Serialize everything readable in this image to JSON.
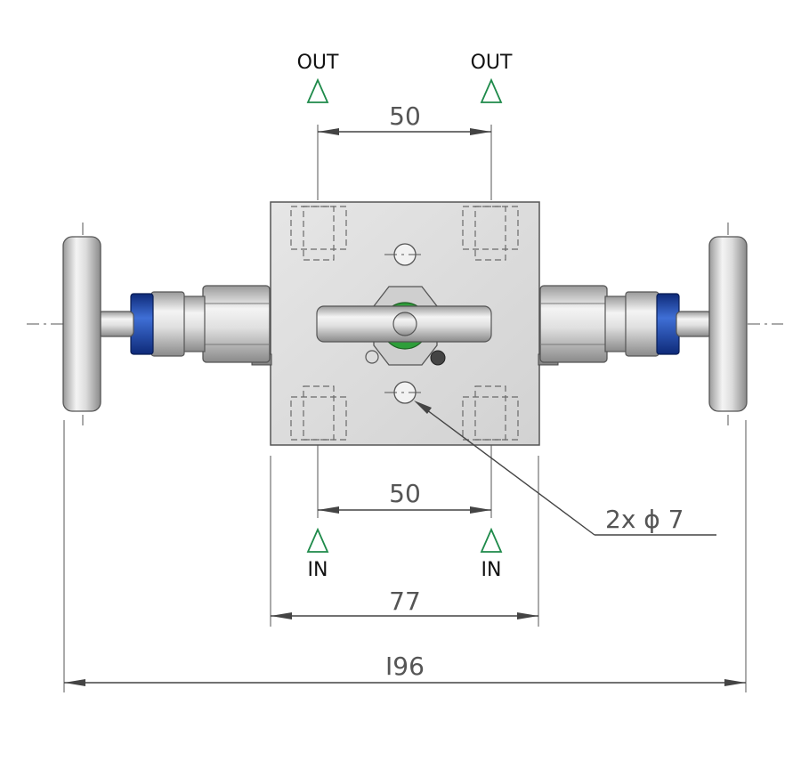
{
  "ports": {
    "out_left": "OUT",
    "out_right": "OUT",
    "in_left": "IN",
    "in_right": "IN"
  },
  "dimensions": {
    "top_spacing": "50",
    "bottom_spacing": "50",
    "body_width": "77",
    "overall_length": "I96",
    "hole_callout": "2x ϕ 7"
  },
  "colors": {
    "port_triangle": "#1e8a4a",
    "cap_blue": "#1d3fa0",
    "seal_green": "#2e9e3a",
    "metal": "#d8d8d8"
  }
}
